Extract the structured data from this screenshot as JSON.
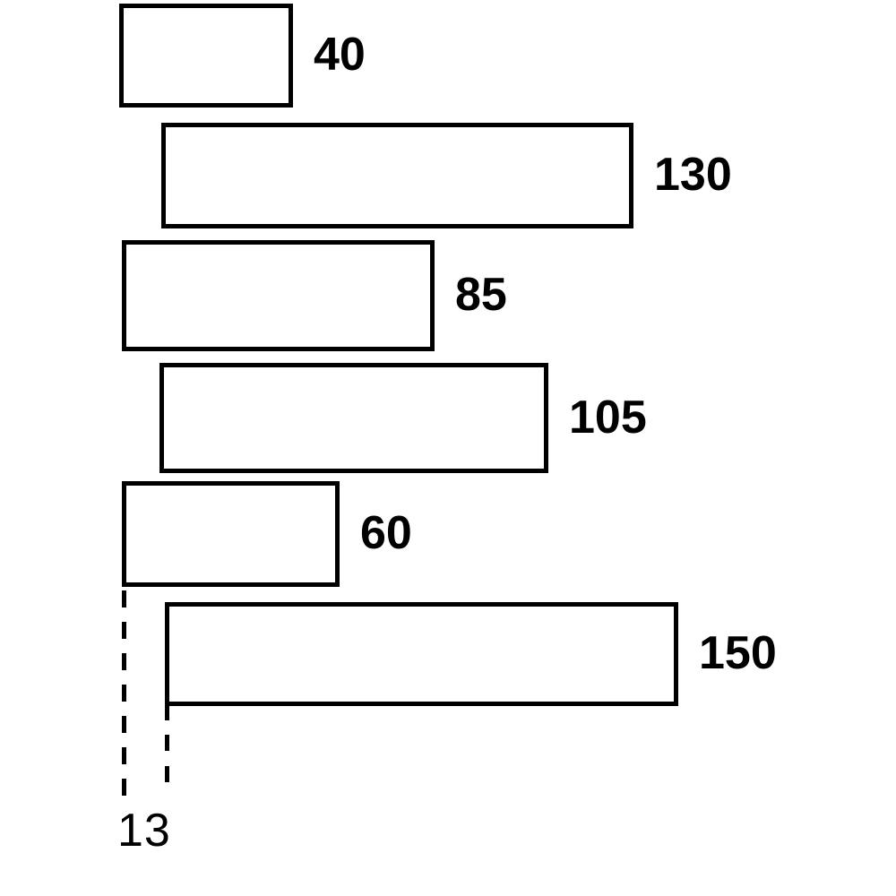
{
  "colors": {
    "ink": "#000000",
    "background": "#ffffff"
  },
  "chart_data": {
    "type": "bar",
    "orientation": "horizontal",
    "title": "",
    "xlabel": "",
    "ylabel": "",
    "axes_shown": false,
    "grid": false,
    "legend": "none",
    "style": "unfilled black-outlined rectangles on white, value labels right of each bar",
    "bars": [
      {
        "label": "40",
        "value": 40
      },
      {
        "label": "130",
        "value": 130
      },
      {
        "label": "85",
        "value": 85
      },
      {
        "label": "105",
        "value": 105
      },
      {
        "label": "60",
        "value": 60
      },
      {
        "label": "150",
        "value": 150
      }
    ],
    "offset_annotation": {
      "label": "13",
      "value": 13,
      "meaning": "gap between the two different bar start positions, marked by two vertical dashed guide lines below the bottom bars"
    }
  }
}
